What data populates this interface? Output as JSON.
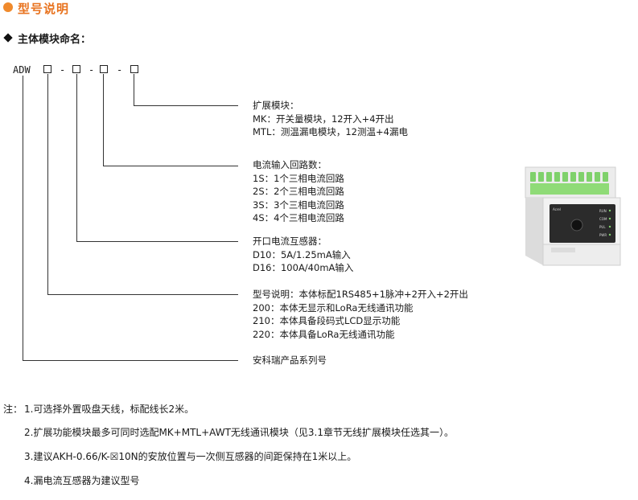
{
  "section": {
    "title": "型号说明",
    "subtitle": "主体模块命名：",
    "accent_color": "#f08a2c"
  },
  "model_code": {
    "prefix": "ADW",
    "separator": "-"
  },
  "groups": [
    {
      "lines": [
        "扩展模块：",
        "MK：开关量模块，12开入+4开出",
        "MTL：测温漏电模块，12测温+4漏电"
      ]
    },
    {
      "lines": [
        "电流输入回路数：",
        "1S：1个三相电流回路",
        "2S：2个三相电流回路",
        "3S：3个三相电流回路",
        "4S：4个三相电流回路"
      ]
    },
    {
      "lines": [
        "开口电流互感器：",
        "D10：5A/1.25mA输入",
        "D16：100A/40mA输入"
      ]
    },
    {
      "lines": [
        "型号说明：本体标配1RS485+1脉冲+2开入+2开出",
        "200：本体无显示和LoRa无线通讯功能",
        "210：本体具备段码式LCD显示功能",
        "220：本体具备LoRa无线通讯功能"
      ]
    },
    {
      "lines": [
        "安科瑞产品系列号"
      ]
    }
  ],
  "notes": {
    "label": "注：",
    "items": [
      "1.可选择外置吸盘天线，标配线长2米。",
      "2.扩展功能模块最多可同时选配MK+MTL+AWT无线通讯模块（见3.1章节无线扩展模块任选其一）。",
      "3.建议AKH-0.66/K-☒10N的安放位置与一次侧互感器的间距保持在1米以上。",
      "4.漏电流互感器为建议型号"
    ]
  },
  "device_image": {
    "icon": "din-rail-meter-image",
    "panel_labels": [
      "RUN",
      "COM",
      "PUL",
      "PWR"
    ],
    "brand": "Acrel"
  }
}
